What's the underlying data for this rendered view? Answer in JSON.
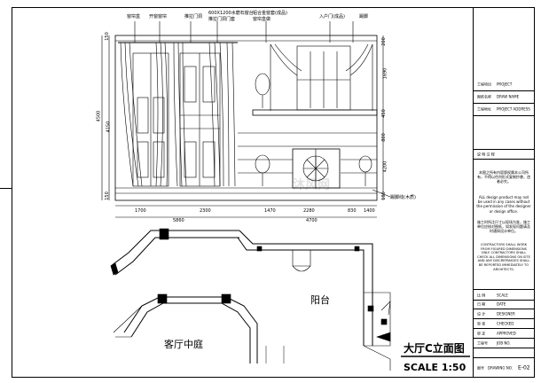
{
  "annotations": {
    "top": [
      "窗帘盒",
      "开窗窗帘",
      "推拉门洞",
      "600X1200水磨石窗台",
      "推拉门洞门套",
      "铝合金窗套(成品)",
      "窗帘盒做",
      "入户门(成品)",
      "踢脚"
    ],
    "bottom_right": "踢脚线(木质)"
  },
  "dims": {
    "left_total": "4500",
    "left_parts": [
      "150",
      "4150",
      "150"
    ],
    "right_parts": [
      "200",
      "1690",
      "450",
      "800",
      "4200",
      "100"
    ],
    "bottom_row1": [
      "1700",
      "2300",
      "1470",
      "2280",
      "830",
      "1400"
    ],
    "bottom_row2": [
      "5860",
      "4700"
    ]
  },
  "plan": {
    "room_left": "客厅中庭",
    "room_right": "阳台"
  },
  "title_block": {
    "rows": [
      {
        "cn": "工程项目",
        "en": "PROJECT"
      },
      {
        "cn": "图纸名称",
        "en": "DRAW NAME"
      },
      {
        "cn": "工程地址",
        "en": "PROJECT ADDRESS"
      }
    ],
    "notes_heading": "说 明 注 释",
    "note_cn": "本图之所有内容版权属本公司所有，不得以任何形式复制抄袭，违者必究。",
    "note_en": "ALL design product may not be used in any cases without the permission of the designer or design office.",
    "note_cn2": "施工时所注尺寸以现场为准，施工单位应核对图纸，如发现问题请及时通知设计单位。",
    "note_en2": "CONTRACTORS SHALL WORK FROM FIGURED DIMENSIONS ONLY. CONTRACTORS SHALL CHECK ALL DIMENSIONS ON SITE AND ANY DISCREPANCIES SHALL BE REPORTED IMMEDIATELY TO ARCHITECTS.",
    "bottom_rows": [
      {
        "cn": "比 例",
        "en": "SCALE"
      },
      {
        "cn": "日 期",
        "en": "DATE"
      },
      {
        "cn": "设 计",
        "en": "DESIGNER"
      },
      {
        "cn": "审 核",
        "en": "CHECKED"
      },
      {
        "cn": "审 定",
        "en": "APPROVED"
      },
      {
        "cn": "工程号",
        "en": "JOB NO."
      },
      {
        "cn": "图号",
        "en": "DRAWING NO.",
        "value": "E-02"
      }
    ]
  },
  "drawing_title": "大厅C立面图",
  "scale": "SCALE  1:50",
  "watermark": "沐风网"
}
